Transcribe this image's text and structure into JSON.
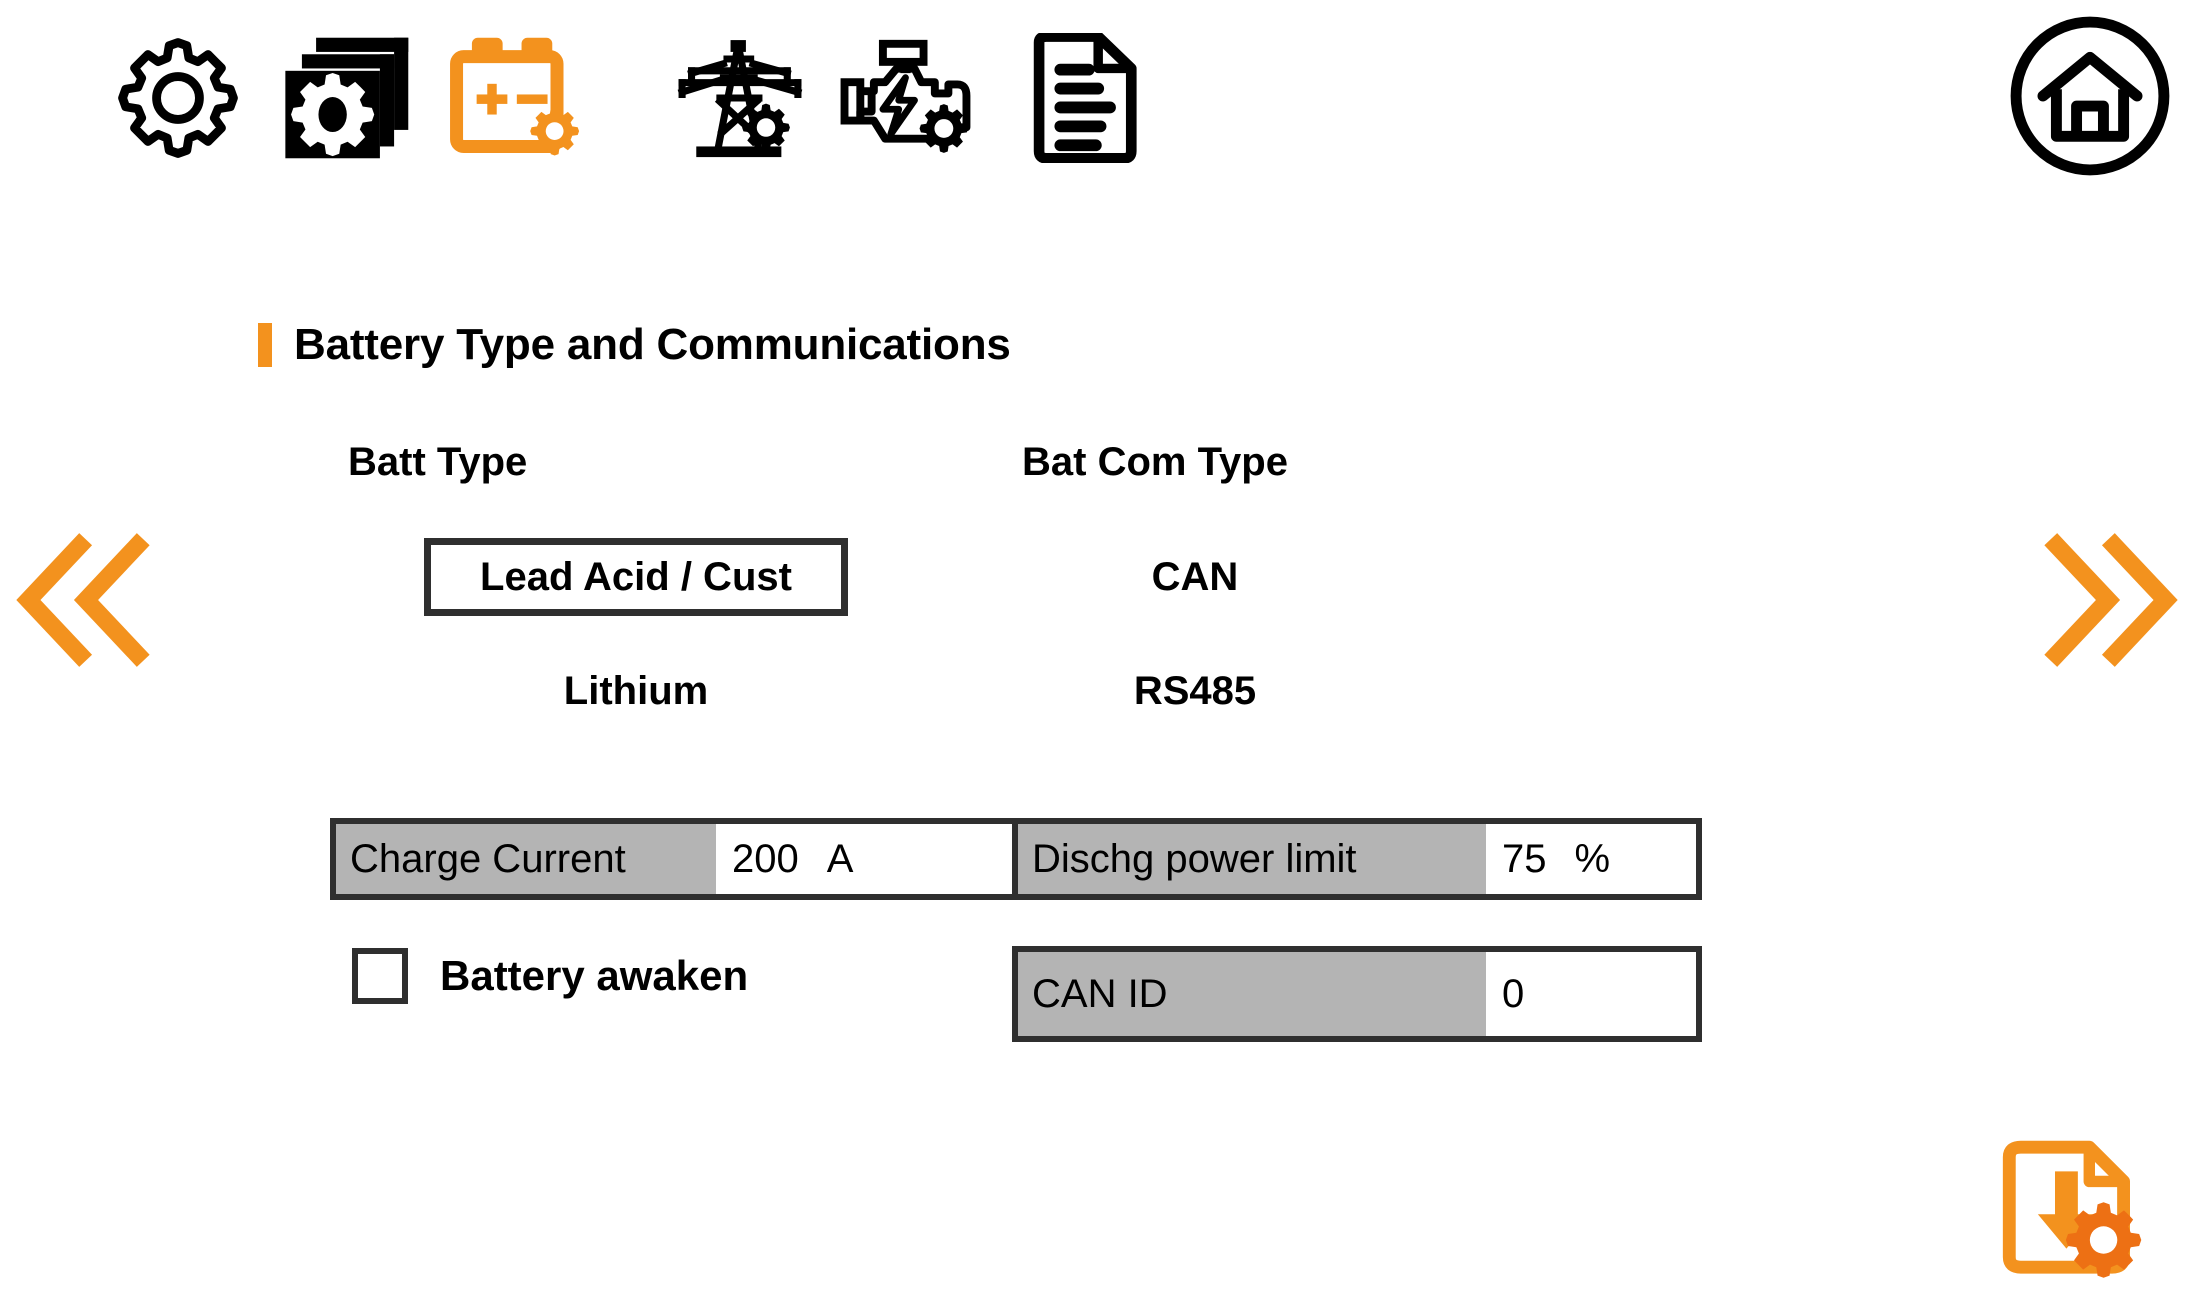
{
  "colors": {
    "accent_orange": "#F3921E",
    "accent_orange_dark": "#ED7014",
    "dark": "#2f2f2f",
    "label_gray": "#b4b4b4",
    "background": "#ffffff"
  },
  "toolbar": {
    "items": [
      {
        "name": "settings",
        "icon": "gear-outline-icon",
        "active": false
      },
      {
        "name": "multi-settings",
        "icon": "stacked-pages-gear-icon",
        "active": false
      },
      {
        "name": "battery-settings",
        "icon": "battery-gear-icon",
        "active": true
      },
      {
        "name": "grid-settings",
        "icon": "power-tower-gear-icon",
        "active": false
      },
      {
        "name": "generator-settings",
        "icon": "engine-bolt-gear-icon",
        "active": false
      },
      {
        "name": "logs",
        "icon": "document-lines-icon",
        "active": false
      }
    ],
    "home": {
      "name": "home",
      "icon": "home-circle-icon"
    }
  },
  "section": {
    "title": "Battery Type and Communications"
  },
  "batt_type": {
    "header": "Batt Type",
    "options": [
      "Lead Acid / Cust",
      "Lithium"
    ],
    "selected": "Lead Acid / Cust"
  },
  "bat_com_type": {
    "header": "Bat Com Type",
    "options": [
      "CAN",
      "RS485"
    ],
    "selected": ""
  },
  "fields": {
    "charge_current": {
      "label": "Charge Current",
      "value": "200",
      "unit": "A"
    },
    "dischg_power_limit": {
      "label": "Dischg power limit",
      "value": "75",
      "unit": "%"
    },
    "can_id": {
      "label": "CAN ID",
      "value": "0",
      "unit": ""
    }
  },
  "battery_awaken": {
    "label": "Battery awaken",
    "checked": false
  },
  "navigation": {
    "prev": {
      "icon": "double-chevron-left-icon"
    },
    "next": {
      "icon": "double-chevron-right-icon"
    }
  },
  "save_config": {
    "icon": "document-download-gear-icon"
  }
}
